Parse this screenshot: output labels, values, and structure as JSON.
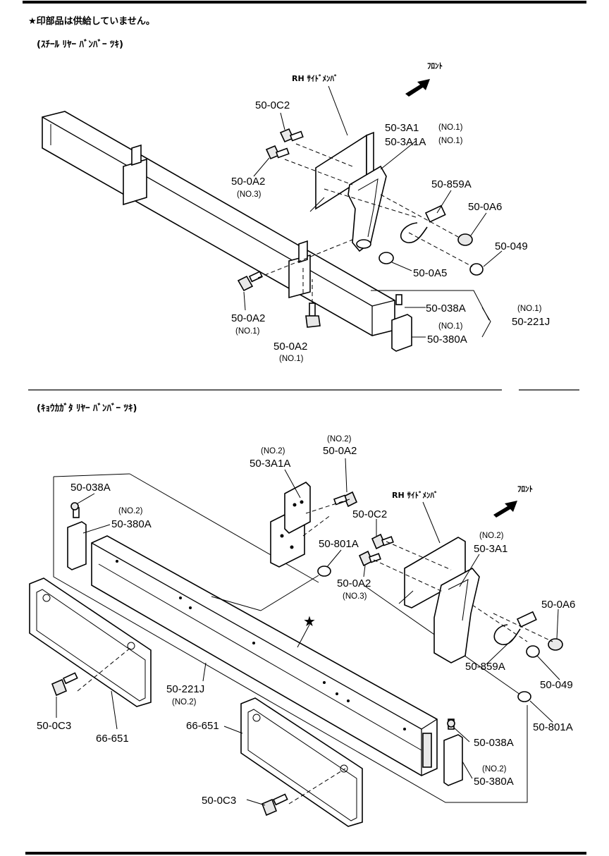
{
  "header": {
    "note": "★印部品は供給していません。"
  },
  "section1": {
    "title": "(ｽﾁｰﾙ ﾘﾔｰ ﾊﾞﾝﾊﾞｰ ﾂｷ)",
    "front_label": "ﾌﾛﾝﾄ",
    "side_member_label": "RH ｻｲﾄﾞﾒﾝﾊﾞ",
    "labels": {
      "p_0c2": "50-0C2",
      "p_3a1": "50-3A1",
      "p_3a1_no": "(NO.1)",
      "p_3a1a": "50-3A1A",
      "p_3a1a_no": "(NO.1)",
      "p_0a2_top": "50-0A2",
      "p_0a2_top_no": "(NO.3)",
      "p_859a": "50-859A",
      "p_0a6": "50-0A6",
      "p_049": "50-049",
      "p_0a5": "50-0A5",
      "p_0a2_left": "50-0A2",
      "p_0a2_left_no": "(NO.1)",
      "p_038a": "50-038A",
      "p_221j_no": "(NO.1)",
      "p_221j": "50-221J",
      "p_380a_no": "(NO.1)",
      "p_380a": "50-380A",
      "p_0a2_bottom": "50-0A2",
      "p_0a2_bottom_no": "(NO.1)"
    }
  },
  "section2": {
    "title": "(ｷｮｳｶｶﾞﾀ ﾘﾔｰ ﾊﾞﾝﾊﾞｰ ﾂｷ)",
    "front_label": "ﾌﾛﾝﾄ",
    "side_member_label": "RH ｻｲﾄﾞﾒﾝﾊﾞ",
    "star": "★",
    "labels": {
      "p_3a1a_no": "(NO.2)",
      "p_3a1a": "50-3A1A",
      "p_0a2_top_no": "(NO.2)",
      "p_0a2_top": "50-0A2",
      "p_038a_left": "50-038A",
      "p_380a_left_no": "(NO.2)",
      "p_380a_left": "50-380A",
      "p_0c2": "50-0C2",
      "p_801a_left": "50-801A",
      "p_0a2_mid": "50-0A2",
      "p_0a2_mid_no": "(NO.3)",
      "p_3a1_no": "(NO.2)",
      "p_3a1": "50-3A1",
      "p_0a6": "50-0A6",
      "p_859a": "50-859A",
      "p_049": "50-049",
      "p_801a_right": "50-801A",
      "p_221j": "50-221J",
      "p_221j_no": "(NO.2)",
      "p_0c3_left": "50-0C3",
      "p_651_left": "66-651",
      "p_651_right": "66-651",
      "p_038a_right": "50-038A",
      "p_380a_right_no": "(NO.2)",
      "p_380a_right": "50-380A",
      "p_0c3_bottom": "50-0C3"
    }
  }
}
